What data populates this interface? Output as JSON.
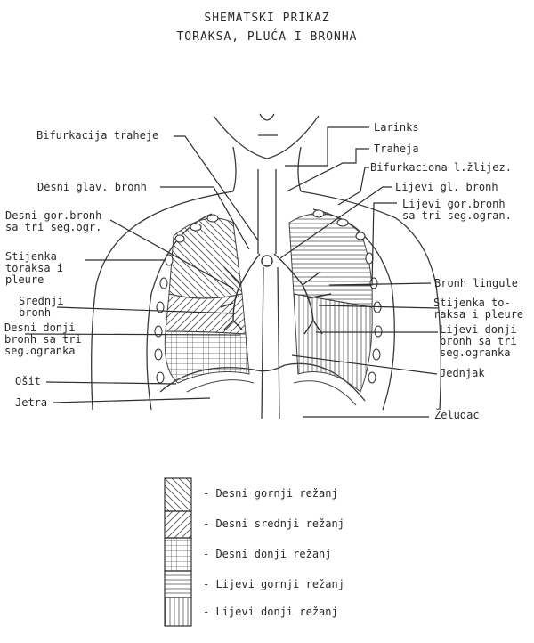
{
  "title": {
    "line1": "SHEMATSKI PRIKAZ",
    "line2": "TORAKSA, PLUĆA I BRONHA"
  },
  "labels": {
    "bifurkacija_traheje": "Bifurkacija traheje",
    "larinks": "Larinks",
    "traheja": "Traheja",
    "bifurkaciona_zlijezda": "Bifurkaciona l.žlijez.",
    "desni_glav_bronh": "Desni glav. bronh",
    "lijevi_gl_bronh": "Lijevi gl. bronh",
    "desni_gor_bronh": "Desni gor.bronh\nsa tri seg.ogr.",
    "lijevi_gor_bronh": "Lijevi gor.bronh\nsa tri seg.ogran.",
    "stijenka_toraksa_desno": "Stijenka\ntoraksa i\npleure",
    "bronh_lingule": "Bronh lingule",
    "srednji_bronh": "Srednji\nbronh",
    "stijenka_toraksa_lijevo": "Stijenka to-\nraksa i pleure",
    "desni_donji_bronh": "Desni donji\nbronh sa tri\nseg.ogranka",
    "lijevi_donji_bronh": "Lijevi donji\nbronh sa tri\nseg.ogranka",
    "jednjak": "Jednjak",
    "osit": "Ošit",
    "jetra": "Jetra",
    "zeludac": "Želudac"
  },
  "legend": [
    {
      "label": "- Desni gornji režanj",
      "pattern": "diagonal-down"
    },
    {
      "label": "- Desni srednji režanj",
      "pattern": "diagonal-up"
    },
    {
      "label": "- Desni donji režanj",
      "pattern": "grid"
    },
    {
      "label": "- Lijevi gornji režanj",
      "pattern": "horizontal"
    },
    {
      "label": "- Lijevi donji režanj",
      "pattern": "vertical"
    }
  ]
}
